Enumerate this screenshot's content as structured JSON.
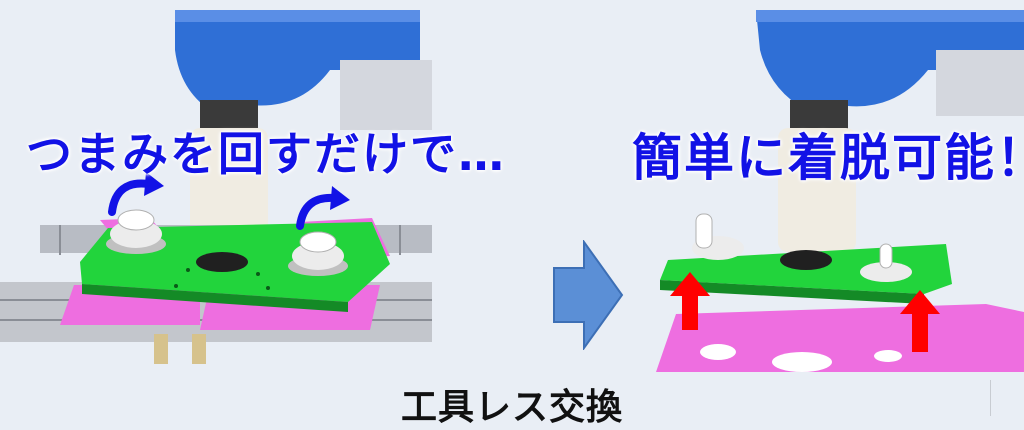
{
  "captions": {
    "left": "つまみを回すだけで…",
    "right": "簡単に着脱可能！"
  },
  "footer": {
    "title": "工具レス交換"
  },
  "colors": {
    "caption_text": "#1212e6",
    "plate_green": "#22d43c",
    "plate_magenta": "#ee6ee0",
    "robot_blue": "#2f6fd6",
    "up_arrow_red": "#ff0000",
    "transition_arrow": "#5b8fd6"
  },
  "icons": {
    "rotate_arrows": "curved-arrow-icon",
    "up_arrows": "arrow-up-icon",
    "transition": "arrow-right-icon"
  }
}
